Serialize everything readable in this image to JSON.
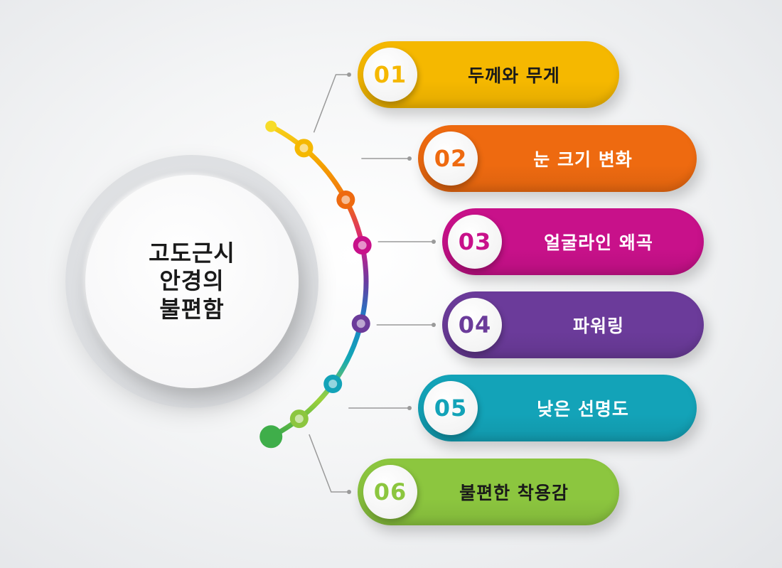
{
  "center": {
    "lines": [
      "고도근시",
      "안경의",
      "불편함"
    ]
  },
  "items": [
    {
      "number": "01",
      "label": "두께와 무게",
      "color": "#f5b800",
      "text_color": "#1a1a1a"
    },
    {
      "number": "02",
      "label": "눈 크기 변화",
      "color": "#ee6a10",
      "text_color": "#ffffff"
    },
    {
      "number": "03",
      "label": "얼굴라인 왜곡",
      "color": "#c8118a",
      "text_color": "#ffffff"
    },
    {
      "number": "04",
      "label": "파워링",
      "color": "#6b3b9a",
      "text_color": "#ffffff"
    },
    {
      "number": "05",
      "label": "낮은 선명도",
      "color": "#13a3b8",
      "text_color": "#ffffff"
    },
    {
      "number": "06",
      "label": "불편한 착용감",
      "color": "#8cc63f",
      "text_color": "#1a1a1a"
    }
  ]
}
